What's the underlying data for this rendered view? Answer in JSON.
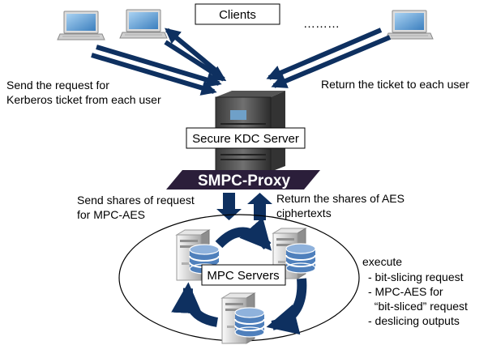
{
  "clients": {
    "label": "Clients",
    "ellipsis": "………"
  },
  "labels": {
    "send_request": [
      "Send the request for",
      "Kerberos ticket from each user"
    ],
    "return_ticket": "Return the ticket to each user",
    "kdc_server": "Secure KDC Server",
    "proxy": "SMPC-Proxy",
    "send_shares": [
      "Send shares of request",
      "for MPC-AES"
    ],
    "return_shares": [
      "Return the shares of AES",
      "ciphertexts"
    ],
    "mpc_servers": "MPC Servers"
  },
  "execute": {
    "title": "execute",
    "steps": [
      "- bit-slicing request",
      "- MPC-AES for",
      "  “bit-sliced” request",
      "- deslicing outputs"
    ]
  },
  "colors": {
    "arrow": "#0e3060",
    "proxy_band": "#2b1e3a",
    "db_blue": "#4f80bc",
    "laptop_screen": "#3c7fbe"
  }
}
